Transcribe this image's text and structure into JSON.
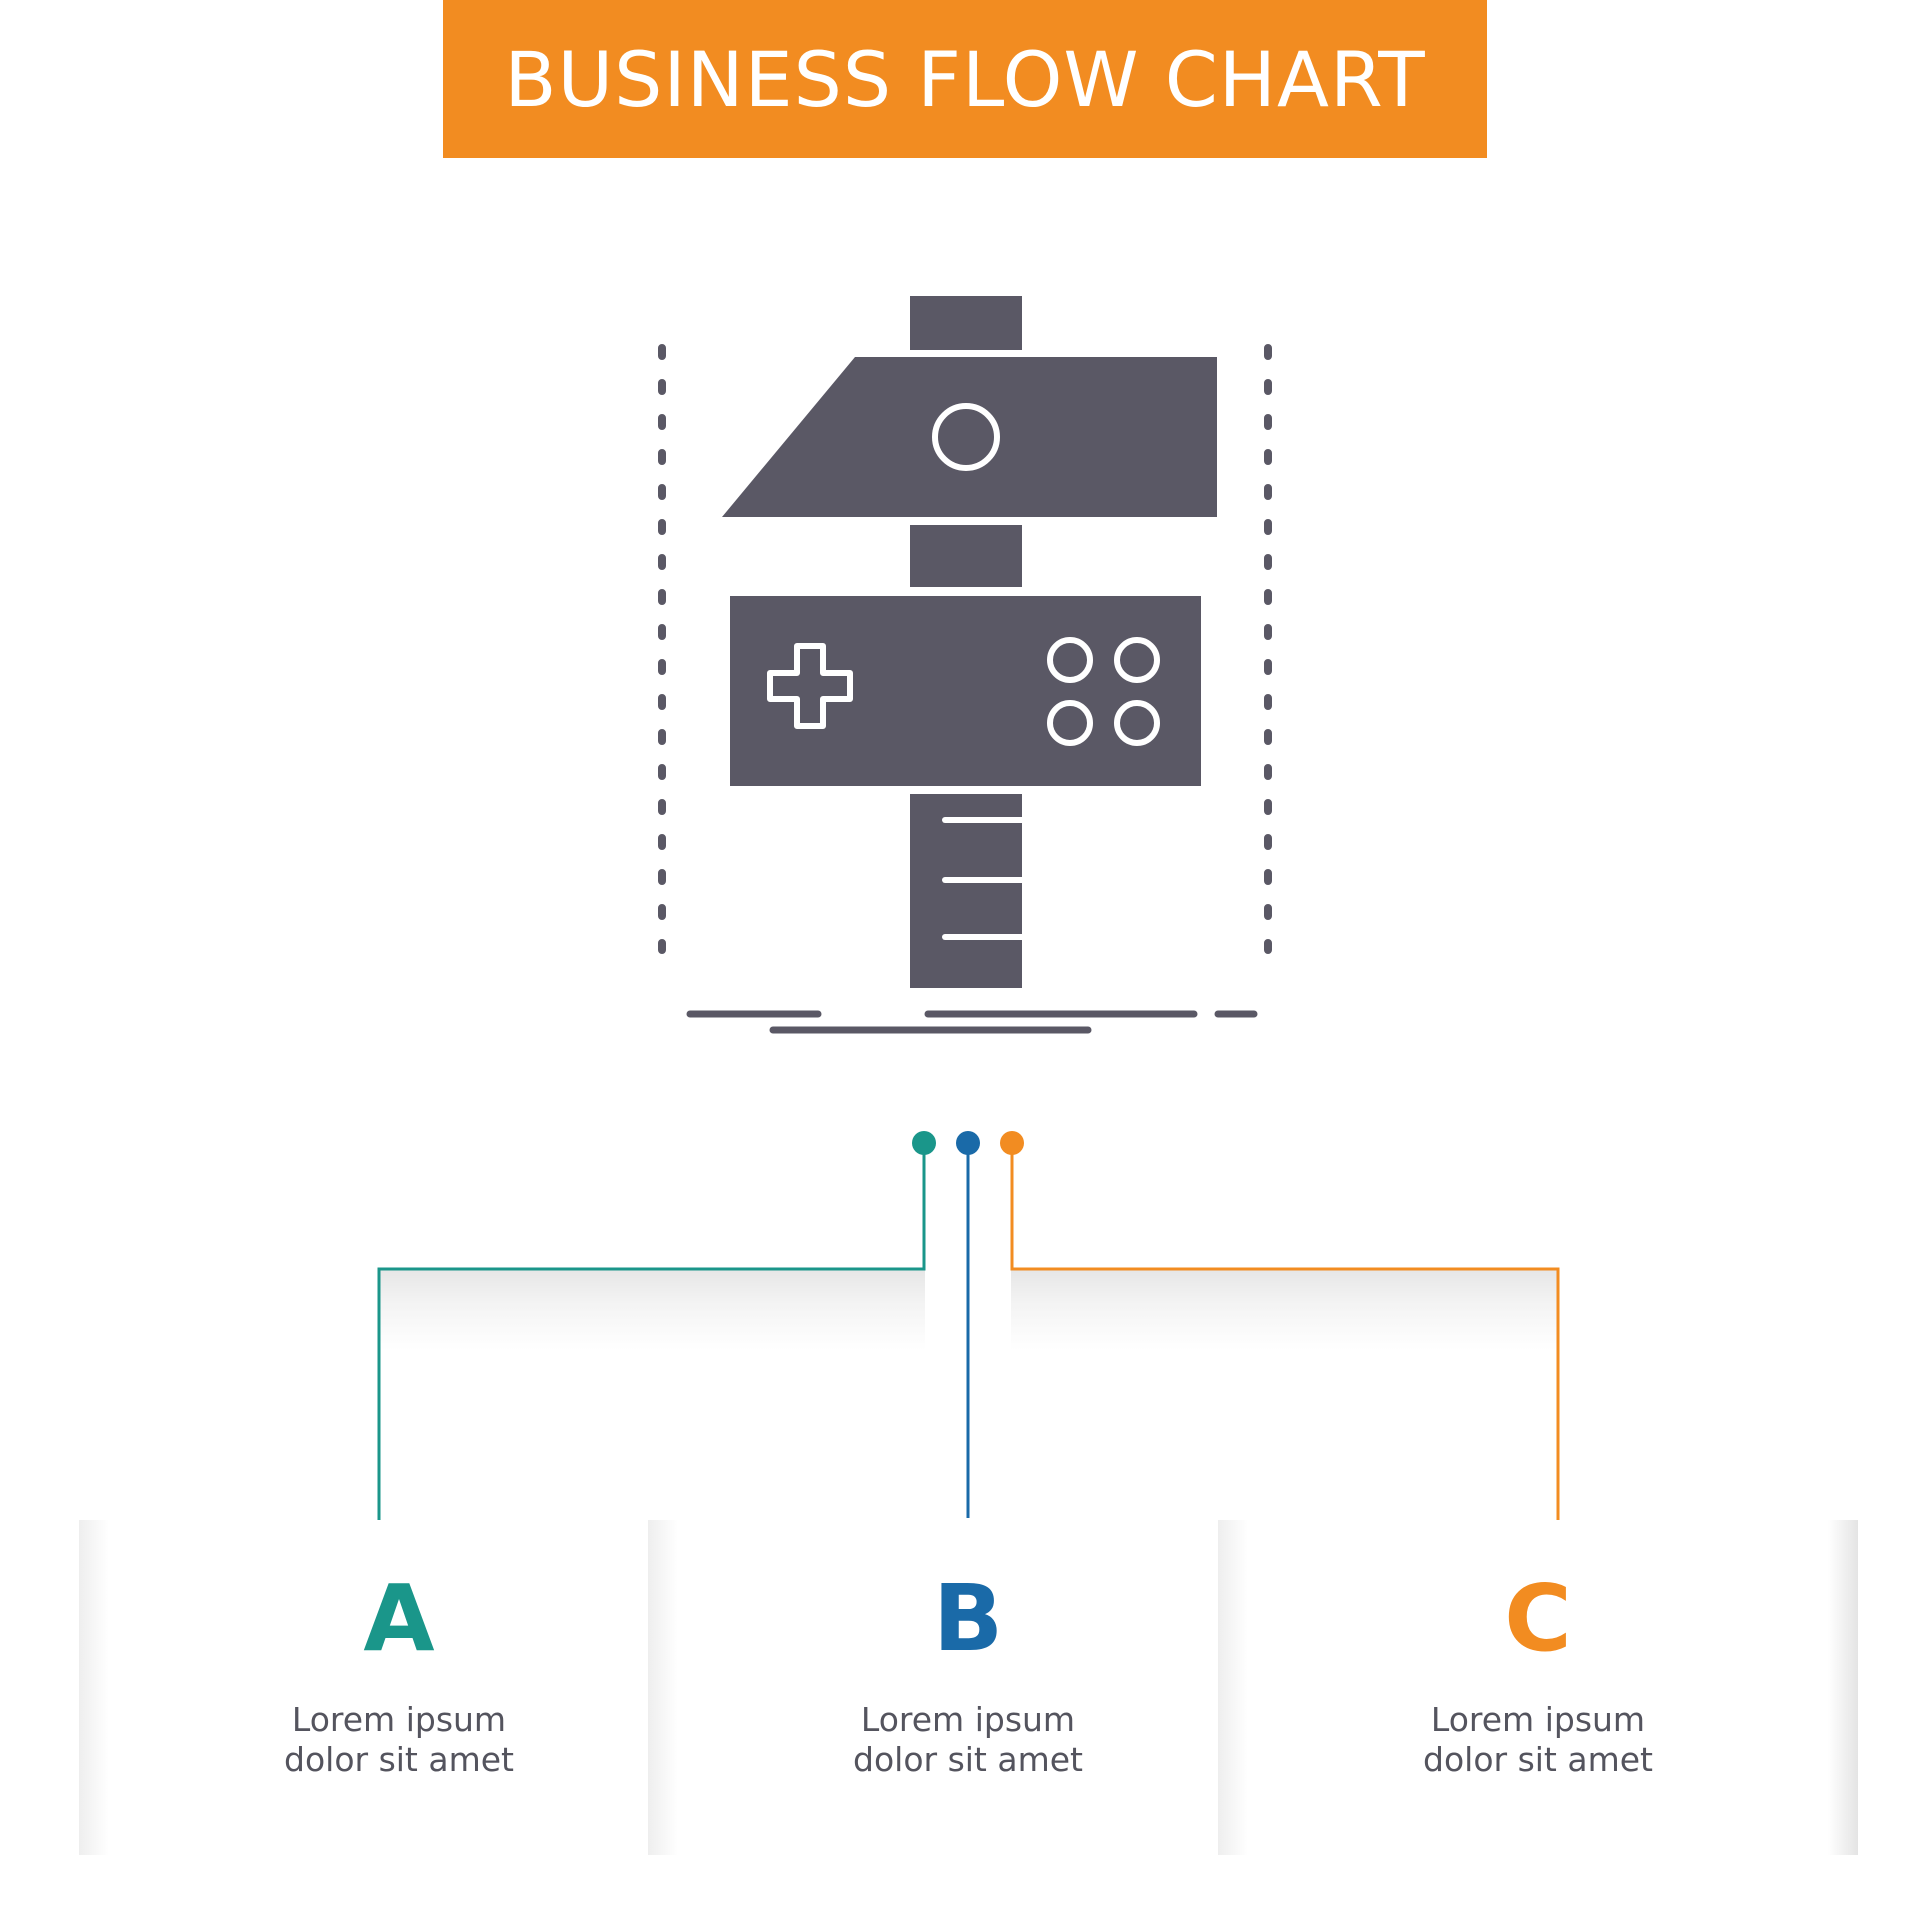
{
  "header": {
    "title": "BUSINESS FLOW CHART",
    "background_color": "#f28c21",
    "text_color": "#ffffff"
  },
  "hero_icon": {
    "name": "game-development-signpost-icon",
    "color": "#5a5865",
    "parts": [
      "hammer-head-icon",
      "gamepad-icon",
      "ruler-post-icon"
    ]
  },
  "steps": [
    {
      "letter": "A",
      "line1": "Lorem ipsum",
      "line2": "dolor sit amet",
      "color": "#1a968a"
    },
    {
      "letter": "B",
      "line1": "Lorem ipsum",
      "line2": "dolor sit amet",
      "color": "#1a6aa8"
    },
    {
      "letter": "C",
      "line1": "Lorem ipsum",
      "line2": "dolor sit amet",
      "color": "#f28c21"
    }
  ]
}
